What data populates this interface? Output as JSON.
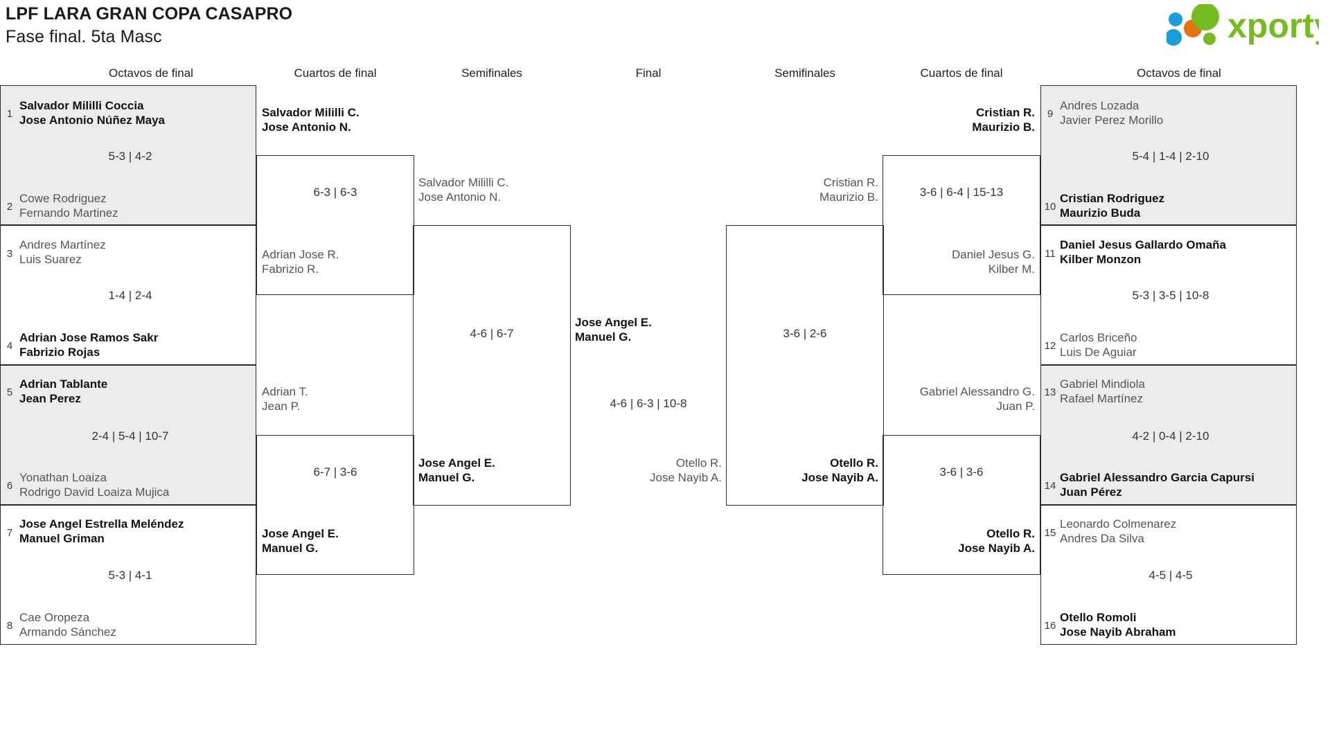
{
  "header": {
    "title": "LPF LARA GRAN COPA CASAPRO",
    "subtitle": "Fase final. 5ta Masc",
    "logo_text": "xporty",
    "logo_colors": {
      "green": "#76bc21",
      "orange": "#e8730c",
      "blue": "#1b9dd9"
    }
  },
  "round_headers": {
    "left_r16": "Octavos de final",
    "left_qf": "Cuartos de final",
    "left_sf": "Semifinales",
    "final": "Final",
    "right_sf": "Semifinales",
    "right_qf": "Cuartos de final",
    "right_r16": "Octavos de final"
  },
  "bracket": {
    "left_r16": [
      {
        "seed_top": "1",
        "seed_bottom": "2",
        "top": {
          "p1": "Salvador Mililli Coccia",
          "p2": "Jose Antonio Núñez Maya",
          "winner": true
        },
        "bottom": {
          "p1": "Cowe Rodriguez",
          "p2": "Fernando Martinez",
          "winner": false
        },
        "score": "5-3 | 4-2",
        "shaded": true
      },
      {
        "seed_top": "3",
        "seed_bottom": "4",
        "top": {
          "p1": "Andres Martínez",
          "p2": "Luis Suarez",
          "winner": false
        },
        "bottom": {
          "p1": "Adrian Jose Ramos Sakr",
          "p2": "Fabrizio Rojas",
          "winner": true
        },
        "score": "1-4 | 2-4",
        "shaded": false
      },
      {
        "seed_top": "5",
        "seed_bottom": "6",
        "top": {
          "p1": "Adrian Tablante",
          "p2": "Jean Perez",
          "winner": true
        },
        "bottom": {
          "p1": "Yonathan Loaiza",
          "p2": "Rodrigo David Loaiza Mujica",
          "winner": false
        },
        "score": "2-4 | 5-4 | 10-7",
        "shaded": true
      },
      {
        "seed_top": "7",
        "seed_bottom": "8",
        "top": {
          "p1": "Jose Angel Estrella Meléndez",
          "p2": "Manuel Griman",
          "winner": true
        },
        "bottom": {
          "p1": "Cae Oropeza",
          "p2": "Armando Sánchez",
          "winner": false
        },
        "score": "5-3 | 4-1",
        "shaded": false
      }
    ],
    "left_qf": [
      {
        "top": {
          "p1": "Salvador Mililli C.",
          "p2": "Jose Antonio N.",
          "winner": true
        },
        "bottom": {
          "p1": "Adrian Jose R.",
          "p2": "Fabrizio R.",
          "winner": false
        },
        "score": "6-3 | 6-3"
      },
      {
        "top": {
          "p1": "Adrian T.",
          "p2": "Jean P.",
          "winner": false
        },
        "bottom": {
          "p1": "Jose Angel E.",
          "p2": "Manuel G.",
          "winner": true
        },
        "score": "6-7 | 3-6"
      }
    ],
    "left_sf": [
      {
        "top": {
          "p1": "Salvador Mililli C.",
          "p2": "Jose Antonio N.",
          "winner": false
        },
        "bottom": {
          "p1": "Jose Angel E.",
          "p2": "Manuel G.",
          "winner": true
        },
        "score": "4-6 | 6-7"
      }
    ],
    "final": [
      {
        "top": {
          "p1": "Jose Angel E.",
          "p2": "Manuel G.",
          "winner": true
        },
        "bottom": {
          "p1": "Otello R.",
          "p2": "Jose Nayib A.",
          "winner": false
        },
        "score": "4-6 | 6-3 | 10-8"
      }
    ],
    "right_sf": [
      {
        "top": {
          "p1": "Cristian R.",
          "p2": "Maurizio B.",
          "winner": false
        },
        "bottom": {
          "p1": "Otello R.",
          "p2": "Jose Nayib A.",
          "winner": true
        },
        "score": "3-6 | 2-6"
      }
    ],
    "right_qf": [
      {
        "top": {
          "p1": "Cristian R.",
          "p2": "Maurizio B.",
          "winner": true
        },
        "bottom": {
          "p1": "Daniel Jesus G.",
          "p2": "Kilber M.",
          "winner": false
        },
        "score": "3-6 | 6-4 | 15-13"
      },
      {
        "top": {
          "p1": "Gabriel Alessandro G.",
          "p2": "Juan P.",
          "winner": false
        },
        "bottom": {
          "p1": "Otello R.",
          "p2": "Jose Nayib A.",
          "winner": true
        },
        "score": "3-6 | 3-6"
      }
    ],
    "right_r16": [
      {
        "seed_top": "9",
        "seed_bottom": "10",
        "top": {
          "p1": "Andres Lozada",
          "p2": "Javier Perez Morillo",
          "winner": false
        },
        "bottom": {
          "p1": "Cristian Rodriguez",
          "p2": "Maurizio Buda",
          "winner": true
        },
        "score": "5-4 | 1-4 | 2-10",
        "shaded": true
      },
      {
        "seed_top": "11",
        "seed_bottom": "12",
        "top": {
          "p1": "Daniel Jesus Gallardo Omaña",
          "p2": "Kilber Monzon",
          "winner": true
        },
        "bottom": {
          "p1": "Carlos Briceño",
          "p2": "Luis De Aguiar",
          "winner": false
        },
        "score": "5-3 | 3-5 | 10-8",
        "shaded": false
      },
      {
        "seed_top": "13",
        "seed_bottom": "14",
        "top": {
          "p1": "Gabriel Mindiola",
          "p2": "Rafael Martínez",
          "winner": false
        },
        "bottom": {
          "p1": "Gabriel Alessandro Garcia Capursi",
          "p2": "Juan Pérez",
          "winner": true
        },
        "score": "4-2 | 0-4 | 2-10",
        "shaded": true
      },
      {
        "seed_top": "15",
        "seed_bottom": "16",
        "top": {
          "p1": "Leonardo Colmenarez",
          "p2": "Andres Da Silva",
          "winner": false
        },
        "bottom": {
          "p1": "Otello Romoli",
          "p2": "Jose Nayib Abraham",
          "winner": true
        },
        "score": "4-5 | 4-5",
        "shaded": false
      }
    ]
  }
}
